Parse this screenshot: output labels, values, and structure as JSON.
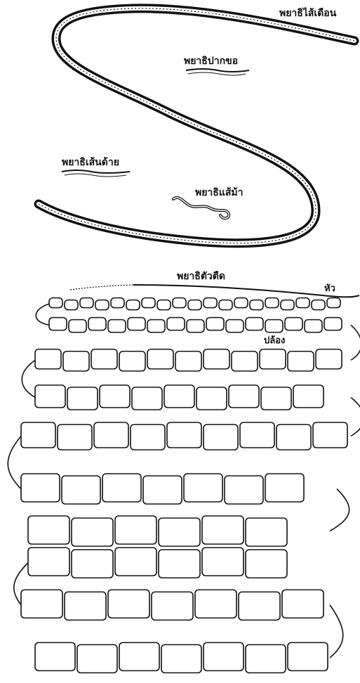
{
  "labels": {
    "roundworm": "พยาธิไส้เดือน",
    "hookworm": "พยาธิปากขอ",
    "threadworm": "พยาธิเส้นด้าย",
    "pinworm": "พยาธิแส้ม้า",
    "tapeworm": "พยาธิตัวตืด",
    "head": "หัว",
    "segment": "ปล้อง"
  }
}
